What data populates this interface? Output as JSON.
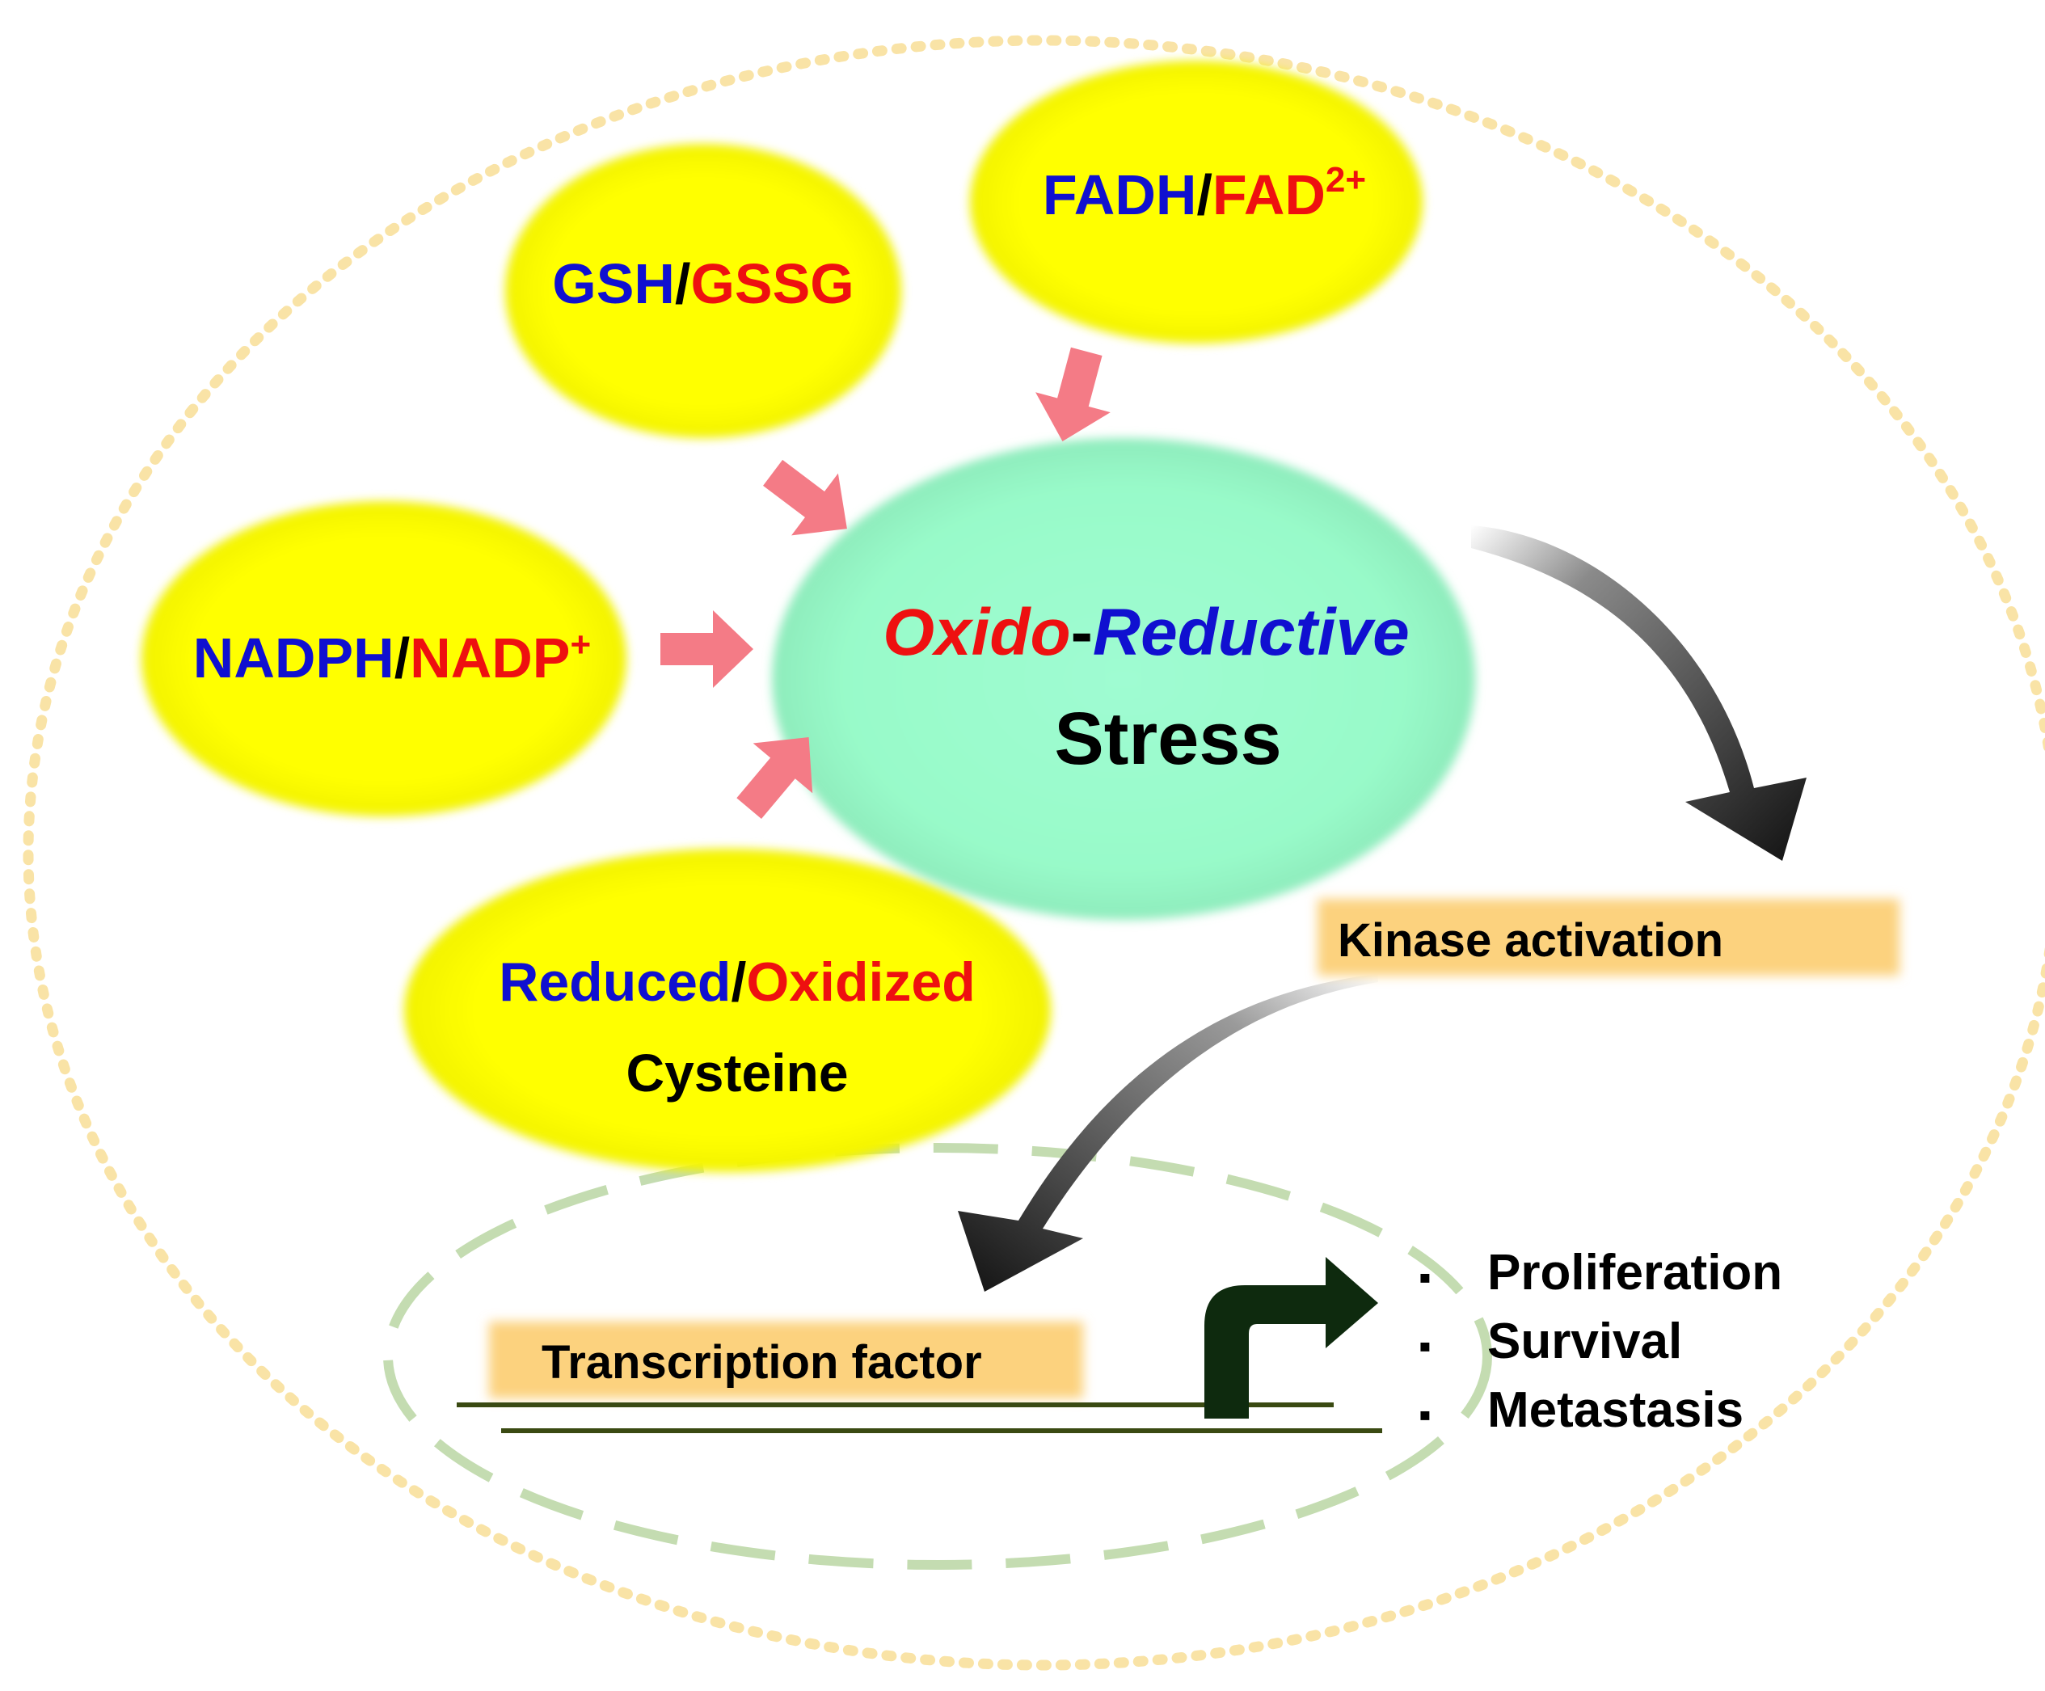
{
  "pairs": {
    "fadh": {
      "reduced": "FADH",
      "sep": "/",
      "oxidized": "FAD",
      "sup": "2+"
    },
    "gsh": {
      "reduced": "GSH",
      "sep": "/",
      "oxidized": "GSSG"
    },
    "nadph": {
      "reduced": "NADPH",
      "sep": "/",
      "oxidized": "NADP",
      "sup": "+"
    },
    "cysteine": {
      "reduced": "Reduced",
      "sep": "/",
      "oxidized": "Oxidized",
      "line2": "Cysteine"
    }
  },
  "stress": {
    "part1": "Oxido",
    "dash": "-",
    "part2": "Reductive",
    "line2": "Stress"
  },
  "kinase": {
    "label": "Kinase activation"
  },
  "transcription": {
    "label": "Transcription factor"
  },
  "outcomes": {
    "bullet": "▪",
    "items": [
      "Proliferation",
      "Survival",
      "Metastasis"
    ]
  },
  "colors": {
    "reduced": "#1010d0",
    "oxidized": "#ee1010",
    "text": "#000000",
    "yellow_bubble": "#ffff00",
    "stress_bubble": "#9dfccf",
    "pink_arrow": "#f47b86",
    "highlight": "#fcd27e",
    "cell_border": "#f9e3a6",
    "nucleus_border": "#c4dcb1",
    "dna": "#3a4a12",
    "promoter_arrow": "#0e2a0e"
  }
}
